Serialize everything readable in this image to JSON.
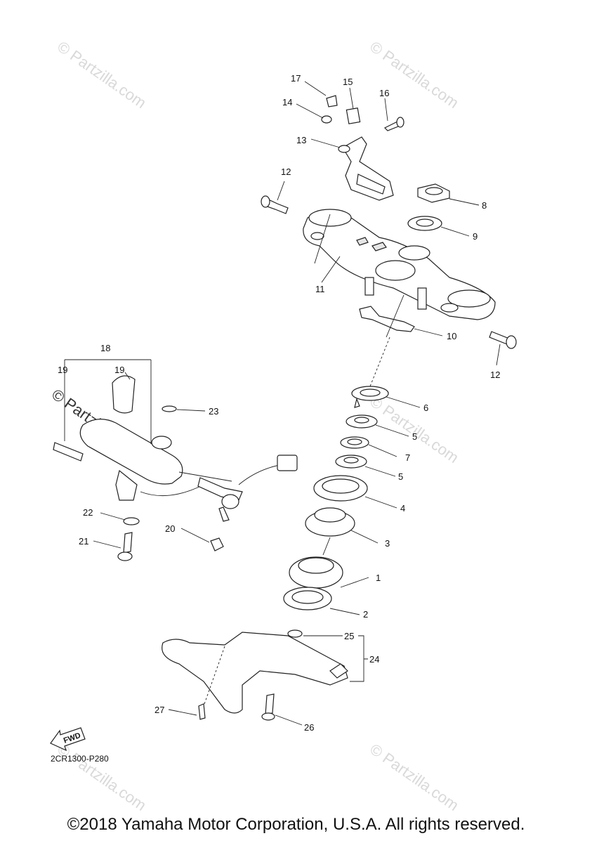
{
  "diagram": {
    "code": "2CR1300-P280",
    "copyright": "©2018 Yamaha Motor Corporation, U.S.A. All rights reserved.",
    "fwd_label": "FWD",
    "watermark": "© Partzilla.com",
    "callouts": [
      "1",
      "2",
      "3",
      "4",
      "5",
      "5",
      "6",
      "7",
      "8",
      "9",
      "10",
      "11",
      "12",
      "12",
      "13",
      "14",
      "15",
      "16",
      "17",
      "18",
      "19",
      "19",
      "20",
      "21",
      "22",
      "23",
      "24",
      "25",
      "26",
      "27"
    ]
  }
}
